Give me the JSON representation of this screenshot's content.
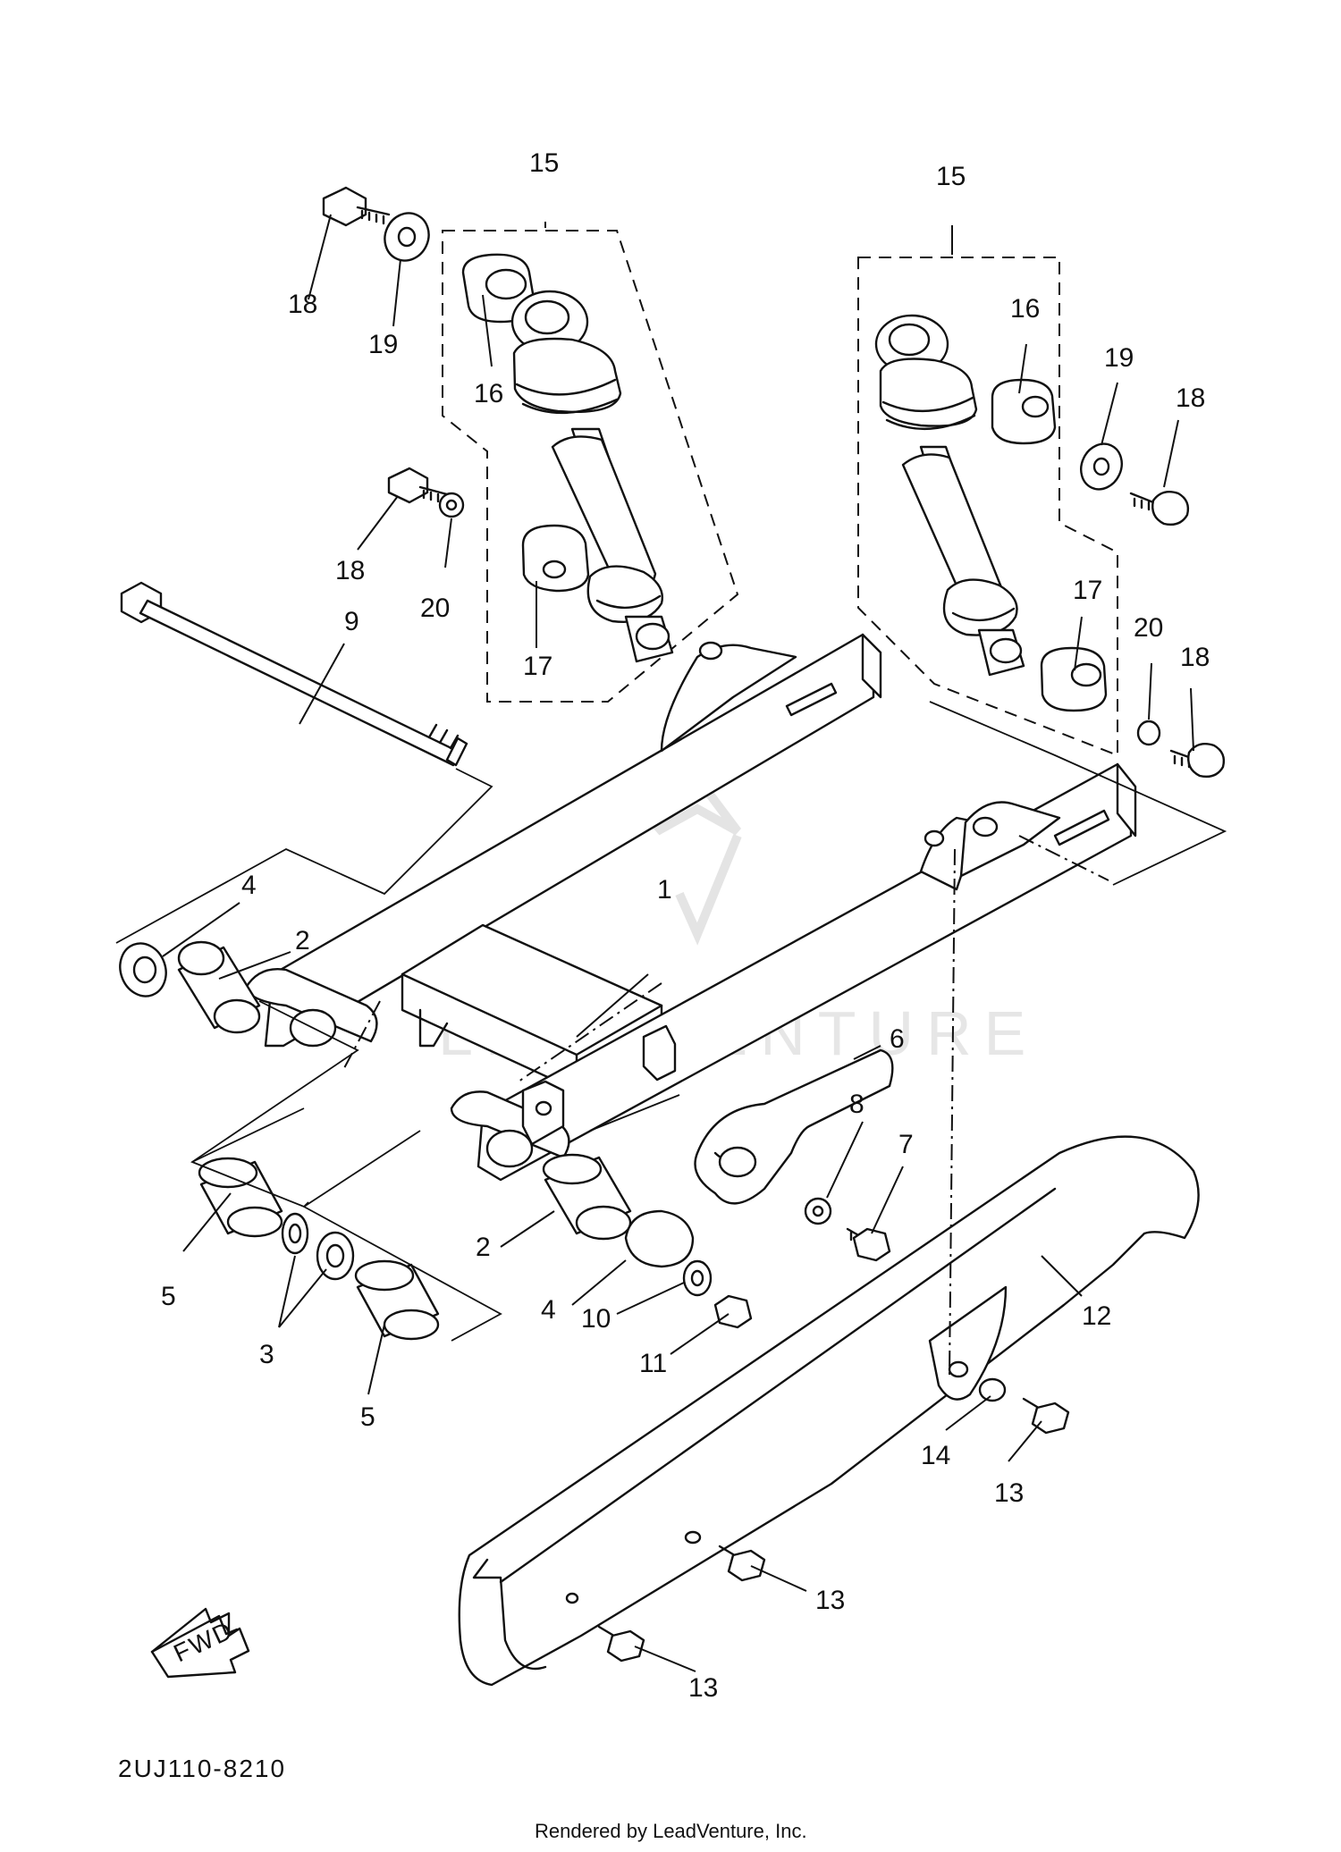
{
  "diagram": {
    "part_code": "2UJ110-8210",
    "fwd_label": "FWD",
    "footer": "Rendered by LeadVenture, Inc.",
    "watermark": "LEADVENTURE"
  },
  "callouts": [
    {
      "id": "c1",
      "text": "1"
    },
    {
      "id": "c2a",
      "text": "2"
    },
    {
      "id": "c2b",
      "text": "2"
    },
    {
      "id": "c3",
      "text": "3"
    },
    {
      "id": "c4a",
      "text": "4"
    },
    {
      "id": "c4b",
      "text": "4"
    },
    {
      "id": "c5a",
      "text": "5"
    },
    {
      "id": "c5b",
      "text": "5"
    },
    {
      "id": "c6",
      "text": "6"
    },
    {
      "id": "c7",
      "text": "7"
    },
    {
      "id": "c8",
      "text": "8"
    },
    {
      "id": "c9",
      "text": "9"
    },
    {
      "id": "c10",
      "text": "10"
    },
    {
      "id": "c11",
      "text": "11"
    },
    {
      "id": "c12",
      "text": "12"
    },
    {
      "id": "c13a",
      "text": "13"
    },
    {
      "id": "c13b",
      "text": "13"
    },
    {
      "id": "c13c",
      "text": "13"
    },
    {
      "id": "c14",
      "text": "14"
    },
    {
      "id": "c15a",
      "text": "15"
    },
    {
      "id": "c15b",
      "text": "15"
    },
    {
      "id": "c16a",
      "text": "16"
    },
    {
      "id": "c16b",
      "text": "16"
    },
    {
      "id": "c17a",
      "text": "17"
    },
    {
      "id": "c17b",
      "text": "17"
    },
    {
      "id": "c18a",
      "text": "18"
    },
    {
      "id": "c18b",
      "text": "18"
    },
    {
      "id": "c18c",
      "text": "18"
    },
    {
      "id": "c18d",
      "text": "18"
    },
    {
      "id": "c19a",
      "text": "19"
    },
    {
      "id": "c19b",
      "text": "19"
    },
    {
      "id": "c20a",
      "text": "20"
    },
    {
      "id": "c20b",
      "text": "20"
    }
  ]
}
